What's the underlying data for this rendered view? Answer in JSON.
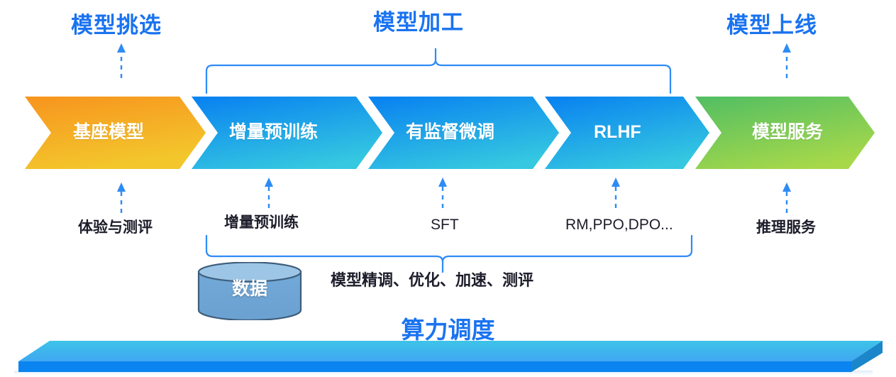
{
  "diagram": {
    "sections": [
      {
        "id": "select",
        "label": "模型挑选"
      },
      {
        "id": "process",
        "label": "模型加工"
      },
      {
        "id": "deploy",
        "label": "模型上线"
      }
    ],
    "pipeline": {
      "stages": [
        {
          "id": "base-model",
          "label": "基座模型",
          "color_from": "#f7941e",
          "color_to": "#f2c230"
        },
        {
          "id": "pretrain",
          "label": "增量预训练",
          "color_from": "#0e8ef0",
          "color_to": "#2fc4e0"
        },
        {
          "id": "sft",
          "label": "有监督微调",
          "color_from": "#0e8ef0",
          "color_to": "#2fc4e0"
        },
        {
          "id": "rlhf",
          "label": "RLHF",
          "color_from": "#0e8ef0",
          "color_to": "#2fc4e0"
        },
        {
          "id": "model-serve",
          "label": "模型服务",
          "color_from": "#5ec25a",
          "color_to": "#9fd24e"
        }
      ]
    },
    "captions": [
      {
        "id": "eval",
        "label": "体验与测评",
        "script": "zh"
      },
      {
        "id": "pretrain",
        "label": "增量预训练",
        "script": "zh"
      },
      {
        "id": "sft",
        "label": "SFT",
        "script": "latin"
      },
      {
        "id": "rlhf",
        "label": "RM,PPO,DPO...",
        "script": "latin"
      },
      {
        "id": "inference",
        "label": "推理服务",
        "script": "zh"
      }
    ],
    "database": {
      "label": "数据",
      "fill": "#6fa8d6",
      "stroke": "#3d5d7a"
    },
    "processing_note": {
      "label": "模型精调、优化、加速、测评"
    },
    "compute": {
      "label": "算力调度",
      "top_color": "#3fc0e8",
      "front_color": "#0a84f0"
    },
    "colors": {
      "accent_blue": "#1a73f0",
      "arrow_blue": "#2e8bf5",
      "bracket_blue": "#2e8bf5",
      "text_dark": "#1d1d2b"
    }
  }
}
